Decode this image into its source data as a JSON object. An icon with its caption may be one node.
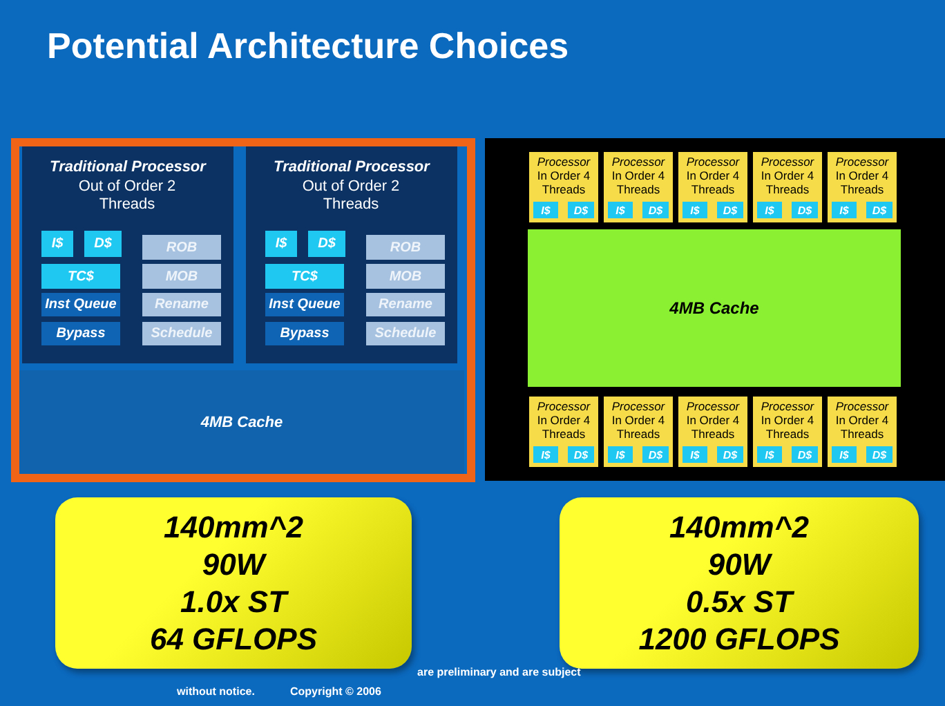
{
  "diagram": {
    "title": "Potential Architecture Choices",
    "nodes": [
      {
        "text": [
          "Traditional Processor",
          "Out of Order 2 Threads"
        ]
      },
      {
        "text": [
          "I$"
        ],
        "in": 0
      },
      {
        "text": [
          "D$"
        ],
        "in": 0
      },
      {
        "text": [
          "ROB"
        ],
        "in": 0
      },
      {
        "text": [
          "TC$"
        ],
        "in": 0
      },
      {
        "text": [
          "MOB"
        ],
        "in": 0
      },
      {
        "text": [
          "Inst Queue"
        ],
        "in": 0
      },
      {
        "text": [
          "Rename"
        ],
        "in": 0
      },
      {
        "text": [
          "Bypass"
        ],
        "in": 0
      },
      {
        "text": [
          "Schedule"
        ],
        "in": 0
      },
      {
        "text": [
          "Traditional Processor",
          "Out of Order 2 Threads"
        ]
      },
      {
        "text": [
          "I$"
        ],
        "in": 10
      },
      {
        "text": [
          "D$"
        ],
        "in": 10
      },
      {
        "text": [
          "ROB"
        ],
        "in": 10
      },
      {
        "text": [
          "TC$"
        ],
        "in": 10
      },
      {
        "text": [
          "MOB"
        ],
        "in": 10
      },
      {
        "text": [
          "Inst Queue"
        ],
        "in": 10
      },
      {
        "text": [
          "Rename"
        ],
        "in": 10
      },
      {
        "text": [
          "Bypass"
        ],
        "in": 10
      },
      {
        "text": [
          "Schedule"
        ],
        "in": 10
      },
      {
        "text": [
          "4MB Cache"
        ]
      },
      {
        "text": [
          "Processor",
          "In Order 4 Threads"
        ]
      },
      {
        "text": [
          "I$"
        ],
        "in": 21
      },
      {
        "text": [
          "D$"
        ],
        "in": 21
      },
      {
        "text": [
          "Processor",
          "In Order 4 Threads"
        ]
      },
      {
        "text": [
          "I$"
        ],
        "in": 24
      },
      {
        "text": [
          "D$"
        ],
        "in": 24
      },
      {
        "text": [
          "Processor",
          "In Order 4 Threads"
        ]
      },
      {
        "text": [
          "I$"
        ],
        "in": 27
      },
      {
        "text": [
          "D$"
        ],
        "in": 27
      },
      {
        "text": [
          "Processor",
          "In Order 4 Threads"
        ]
      },
      {
        "text": [
          "I$"
        ],
        "in": 30
      },
      {
        "text": [
          "D$"
        ],
        "in": 30
      },
      {
        "text": [
          "Processor",
          "In Order 4 Threads"
        ]
      },
      {
        "text": [
          "I$"
        ],
        "in": 33
      },
      {
        "text": [
          "D$"
        ],
        "in": 33
      },
      {
        "text": [
          "4MB Cache"
        ]
      },
      {
        "text": [
          "Processor",
          "In Order 4 Threads"
        ]
      },
      {
        "text": [
          "I$"
        ],
        "in": 37
      },
      {
        "text": [
          "D$"
        ],
        "in": 37
      },
      {
        "text": [
          "Processor",
          "In Order 4 Threads"
        ]
      },
      {
        "text": [
          "I$"
        ],
        "in": 40
      },
      {
        "text": [
          "D$"
        ],
        "in": 40
      },
      {
        "text": [
          "Processor",
          "In Order 4 Threads"
        ]
      },
      {
        "text": [
          "I$"
        ],
        "in": 43
      },
      {
        "text": [
          "D$"
        ],
        "in": 43
      },
      {
        "text": [
          "Processor",
          "In Order 4 Threads"
        ]
      },
      {
        "text": [
          "I$"
        ],
        "in": 46
      },
      {
        "text": [
          "D$"
        ],
        "in": 46
      },
      {
        "text": [
          "Processor",
          "In Order 4 Threads"
        ]
      },
      {
        "text": [
          "I$"
        ],
        "in": 49
      },
      {
        "text": [
          "D$"
        ],
        "in": 49
      },
      {
        "text": [
          "140mm^2",
          "90W",
          "1.0x ST",
          "64 GFLOPS"
        ]
      },
      {
        "text": [
          "140mm^2",
          "90W",
          "0.5x ST",
          "1200 GFLOPS"
        ]
      }
    ],
    "labels": [
      "are preliminary and are subject",
      "without notice.",
      "Copyright © 2006"
    ]
  }
}
